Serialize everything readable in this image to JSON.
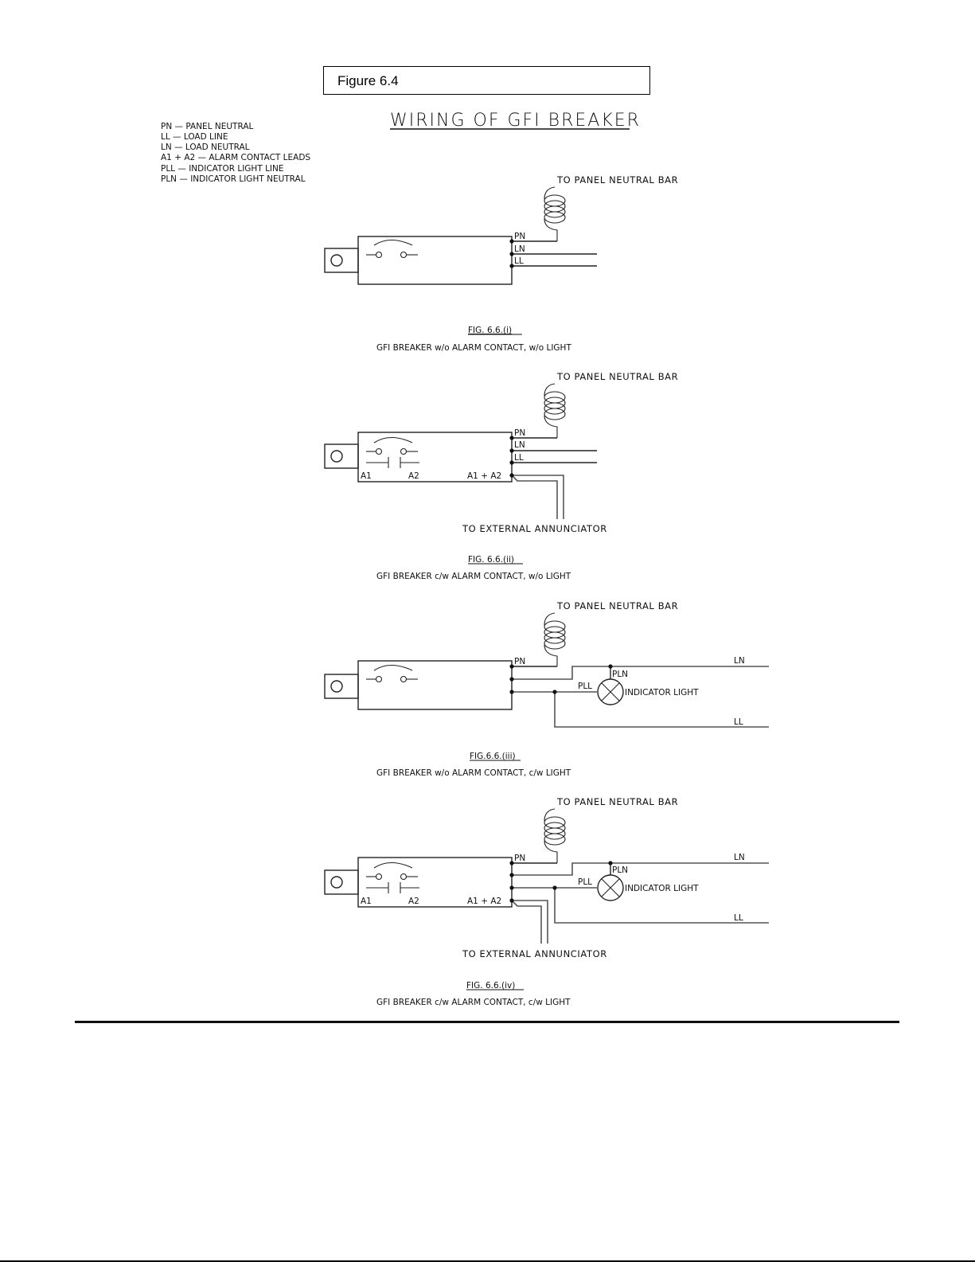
{
  "figure_label": "Figure 6.4",
  "title": "WIRING OF GFI BREAKER",
  "legend": [
    "PN — PANEL NEUTRAL",
    "LL — LOAD LINE",
    "LN — LOAD NEUTRAL",
    "A1 + A2 — ALARM CONTACT LEADS",
    "PLL — INDICATOR LIGHT LINE",
    "PLN — INDICATOR LIGHT NEUTRAL"
  ],
  "labels": {
    "to_panel_neutral_bar": "TO PANEL NEUTRAL BAR",
    "to_external_annunciator": "TO EXTERNAL ANNUNCIATOR",
    "pn": "PN",
    "ln": "LN",
    "ll": "LL",
    "a1": "A1",
    "a2": "A2",
    "a1_a2": "A1 + A2",
    "pll": "PLL",
    "pln": "PLN",
    "indicator_light": "INDICATOR LIGHT"
  },
  "figures": [
    {
      "id": "FIG. 6.6.(i)",
      "caption": "GFI BREAKER w/o ALARM CONTACT, w/o LIGHT",
      "alarm_contact": false,
      "light": false
    },
    {
      "id": "FIG. 6.6.(ii)",
      "caption": "GFI BREAKER c/w ALARM CONTACT, w/o LIGHT",
      "alarm_contact": true,
      "light": false
    },
    {
      "id": "FIG.6.6.(iii)",
      "caption": "GFI BREAKER w/o ALARM CONTACT, c/w LIGHT",
      "alarm_contact": false,
      "light": true
    },
    {
      "id": "FIG. 6.6.(iv)",
      "caption": "GFI BREAKER c/w ALARM CONTACT, c/w LIGHT",
      "alarm_contact": true,
      "light": true
    }
  ]
}
